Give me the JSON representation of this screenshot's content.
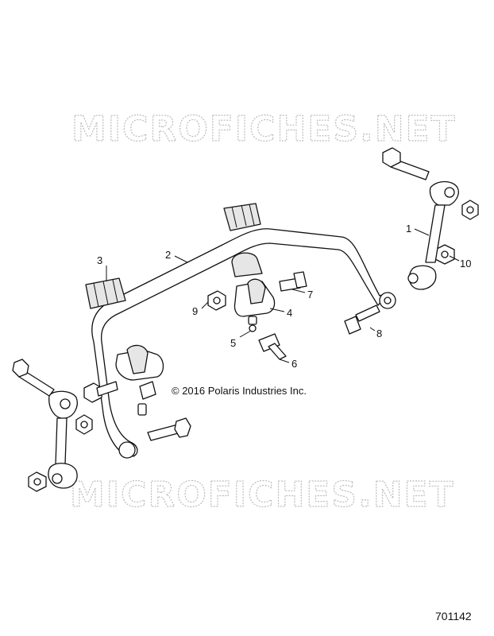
{
  "watermarks": [
    "MICROFICHES.NET",
    "MICROFICHES.NET"
  ],
  "callouts": [
    {
      "id": "1",
      "label": "1"
    },
    {
      "id": "2",
      "label": "2"
    },
    {
      "id": "3",
      "label": "3"
    },
    {
      "id": "4",
      "label": "4"
    },
    {
      "id": "5",
      "label": "5"
    },
    {
      "id": "6",
      "label": "6"
    },
    {
      "id": "7",
      "label": "7"
    },
    {
      "id": "8",
      "label": "8"
    },
    {
      "id": "9",
      "label": "9"
    },
    {
      "id": "10",
      "label": "10"
    }
  ],
  "copyright": "© 2016 Polaris Industries Inc.",
  "figure_number": "701142"
}
